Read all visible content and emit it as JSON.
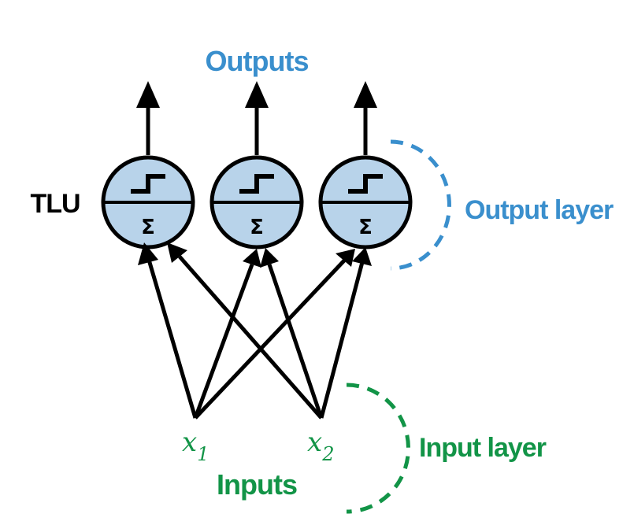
{
  "labels": {
    "outputs": "Outputs",
    "tlu": "TLU",
    "output_layer": "Output layer",
    "input_layer": "Input layer",
    "inputs": "Inputs"
  },
  "neurons": [
    {
      "symbol": "Σ"
    },
    {
      "symbol": "Σ"
    },
    {
      "symbol": "Σ"
    }
  ],
  "inputs": [
    {
      "name": "x",
      "subscript": "1"
    },
    {
      "name": "x",
      "subscript": "2"
    }
  ],
  "colors": {
    "neuron_fill": "#b8d3ea",
    "output_accent": "#3a8fcd",
    "input_accent": "#129447",
    "stroke": "#000000"
  },
  "icons": {
    "activation": "step-function-icon"
  }
}
